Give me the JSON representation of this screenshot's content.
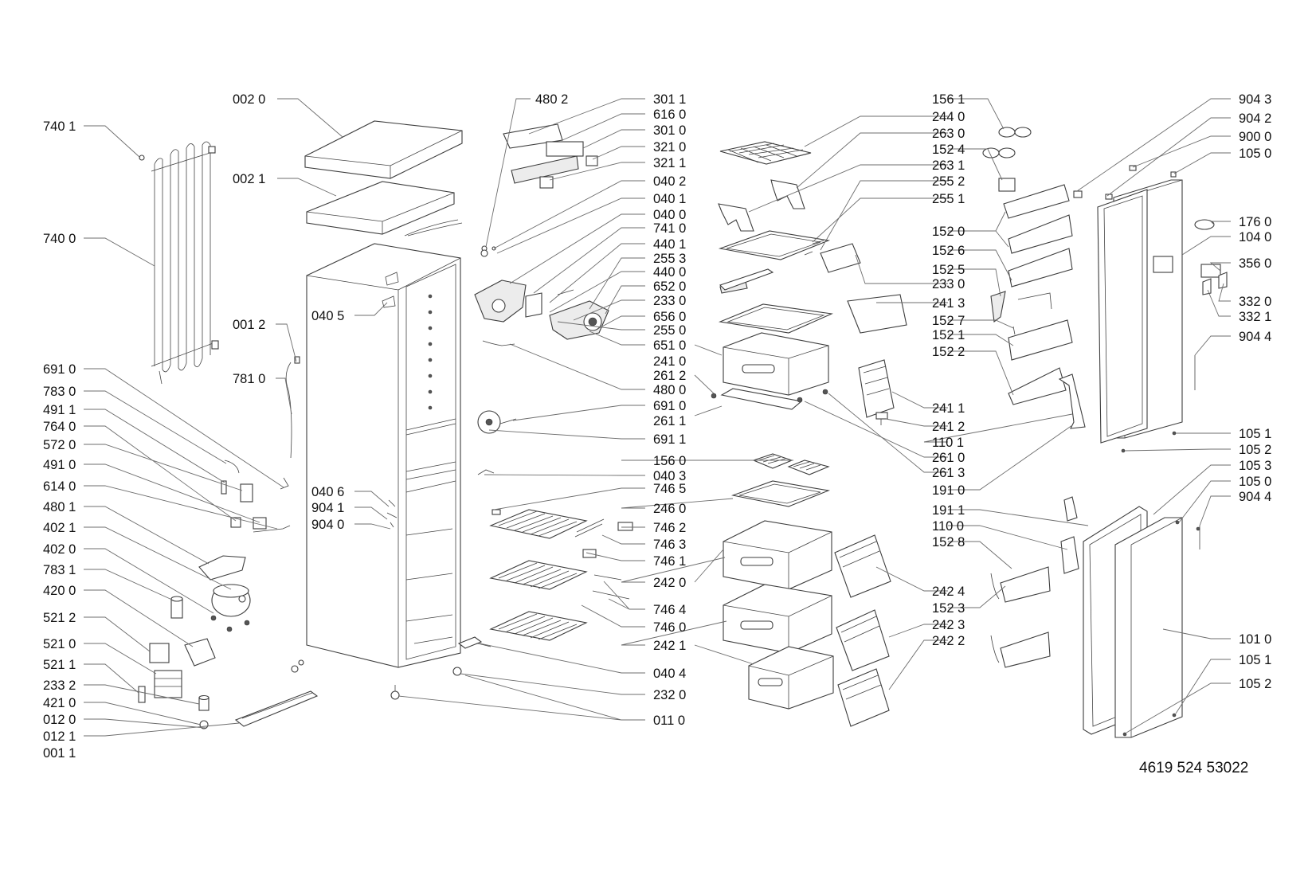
{
  "document_number": "4619 524 53022",
  "labels": {
    "l_740_1": "740 1",
    "l_740_0": "740 0",
    "l_691_0_left": "691 0",
    "l_783_0": "783 0",
    "l_491_1": "491 1",
    "l_764_0": "764 0",
    "l_572_0": "572 0",
    "l_491_0": "491 0",
    "l_614_0": "614 0",
    "l_480_1": "480 1",
    "l_402_1": "402 1",
    "l_402_0": "402 0",
    "l_783_1": "783 1",
    "l_420_0": "420 0",
    "l_521_2": "521 2",
    "l_521_0": "521 0",
    "l_521_1": "521 1",
    "l_233_2": "233 2",
    "l_421_0": "421 0",
    "l_012_0": "012 0",
    "l_012_1": "012 1",
    "l_001_1": "001 1",
    "l_002_0": "002 0",
    "l_002_1": "002 1",
    "l_001_2": "001 2",
    "l_781_0": "781 0",
    "l_040_5": "040 5",
    "l_040_6": "040 6",
    "l_904_1": "904 1",
    "l_904_0": "904 0",
    "l_480_2": "480 2",
    "l_301_1": "301 1",
    "l_616_0": "616 0",
    "l_301_0": "301 0",
    "l_321_0": "321 0",
    "l_321_1": "321 1",
    "l_040_2": "040 2",
    "l_040_1": "040 1",
    "l_040_0": "040 0",
    "l_741_0": "741 0",
    "l_440_1": "440 1",
    "l_255_3": "255 3",
    "l_440_0": "440 0",
    "l_652_0": "652 0",
    "l_233_0_mid": "233 0",
    "l_656_0": "656 0",
    "l_255_0": "255 0",
    "l_651_0": "651 0",
    "l_241_0": "241 0",
    "l_261_2": "261 2",
    "l_480_0": "480 0",
    "l_691_0_mid": "691 0",
    "l_261_1": "261 1",
    "l_691_1": "691 1",
    "l_156_0": "156 0",
    "l_040_3": "040 3",
    "l_746_5": "746 5",
    "l_246_0": "246 0",
    "l_746_2": "746 2",
    "l_746_3": "746 3",
    "l_746_1": "746 1",
    "l_242_0": "242 0",
    "l_746_4": "746 4",
    "l_746_0": "746 0",
    "l_242_1": "242 1",
    "l_040_4": "040 4",
    "l_232_0": "232 0",
    "l_011_0": "011 0",
    "l_156_1": "156 1",
    "l_244_0": "244 0",
    "l_263_0": "263 0",
    "l_152_4": "152 4",
    "l_263_1": "263 1",
    "l_255_2": "255 2",
    "l_255_1": "255 1",
    "l_152_0": "152 0",
    "l_152_6": "152 6",
    "l_233_0_right": "233 0",
    "l_152_5": "152 5",
    "l_241_3": "241 3",
    "l_152_7": "152 7",
    "l_152_1": "152 1",
    "l_152_2": "152 2",
    "l_241_1": "241 1",
    "l_241_2": "241 2",
    "l_110_1": "110 1",
    "l_261_0": "261 0",
    "l_261_3": "261 3",
    "l_191_0": "191 0",
    "l_191_1": "191 1",
    "l_110_0": "110 0",
    "l_152_8": "152 8",
    "l_242_4": "242 4",
    "l_152_3": "152 3",
    "l_242_3": "242 3",
    "l_242_2": "242 2",
    "l_904_3": "904 3",
    "l_904_2": "904 2",
    "l_900_0": "900 0",
    "l_105_0_top": "105 0",
    "l_176_0": "176 0",
    "l_104_0": "104 0",
    "l_356_0": "356 0",
    "l_332_0": "332 0",
    "l_332_1": "332 1",
    "l_904_4_top": "904 4",
    "l_105_1_top": "105 1",
    "l_105_2_top": "105 2",
    "l_105_3": "105 3",
    "l_105_0_bot": "105 0",
    "l_904_4_bot": "904 4",
    "l_101_0": "101 0",
    "l_105_1_bot": "105 1",
    "l_105_2_bot": "105 2"
  }
}
